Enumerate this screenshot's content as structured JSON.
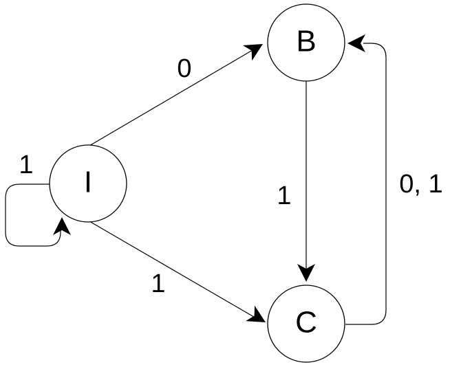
{
  "states": {
    "i": {
      "label": "I"
    },
    "b": {
      "label": "B"
    },
    "c": {
      "label": "C"
    }
  },
  "transitions": {
    "i_to_b": {
      "from": "I",
      "to": "B",
      "label": "0"
    },
    "i_self": {
      "from": "I",
      "to": "I",
      "label": "1"
    },
    "i_to_c": {
      "from": "I",
      "to": "C",
      "label": "1"
    },
    "b_to_c": {
      "from": "B",
      "to": "C",
      "label": "1"
    },
    "c_to_b": {
      "from": "C",
      "to": "B",
      "label": "0, 1"
    }
  }
}
